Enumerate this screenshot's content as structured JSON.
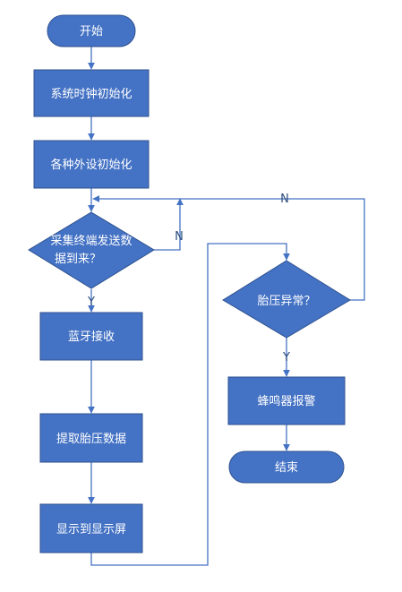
{
  "nodes": {
    "start": "开始",
    "init_clock": "系统时钟初始化",
    "init_peripherals": "各种外设初始化",
    "data_arrived_line1": "采集终端发送数",
    "data_arrived_line2": "据到来？",
    "bt_receive": "蓝牙接收",
    "extract_data": "提取胎压数据",
    "display": "显示到显示屏",
    "pressure_abnormal": "胎压异常？",
    "buzzer_alarm": "蜂鸣器报警",
    "end": "结束"
  },
  "edge_labels": {
    "data_no": "N",
    "data_yes": "Y",
    "abnormal_no": "N",
    "abnormal_yes": "Y"
  },
  "colors": {
    "fill": "#4472c4",
    "stroke": "#2f528f",
    "line": "#4472c4"
  }
}
